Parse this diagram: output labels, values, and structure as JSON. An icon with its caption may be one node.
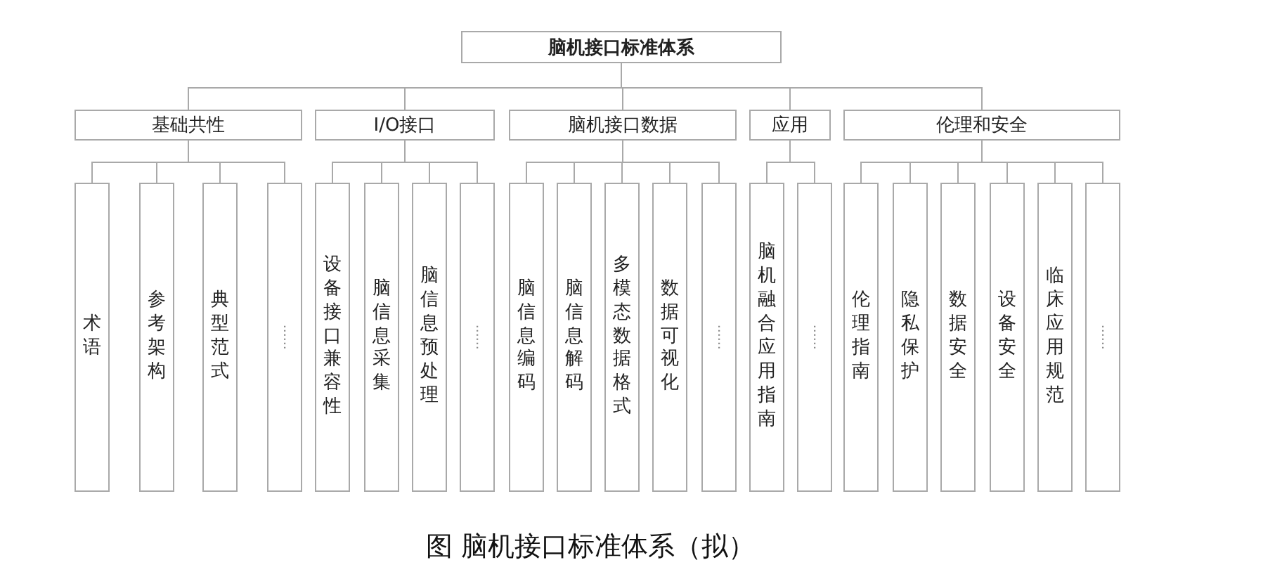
{
  "diagram": {
    "caption": "图 脑机接口标准体系（拟）",
    "nodes": [
      {
        "text": [
          "脑机接口标准体系"
        ]
      },
      {
        "text": [
          "基础共性"
        ]
      },
      {
        "text": [
          "I/O接口"
        ]
      },
      {
        "text": [
          "脑机接口数据"
        ]
      },
      {
        "text": [
          "应用"
        ]
      },
      {
        "text": [
          "伦理和安全"
        ]
      },
      {
        "text": [
          "术语"
        ]
      },
      {
        "text": [
          "参考架构"
        ]
      },
      {
        "text": [
          "典型范式"
        ]
      },
      {
        "text": [
          "……"
        ]
      },
      {
        "text": [
          "设备接口兼容性"
        ]
      },
      {
        "text": [
          "脑信息采集"
        ]
      },
      {
        "text": [
          "脑信息预处理"
        ]
      },
      {
        "text": [
          "……"
        ]
      },
      {
        "text": [
          "脑信息编码"
        ]
      },
      {
        "text": [
          "脑信息解码"
        ]
      },
      {
        "text": [
          "多模态数据格式"
        ]
      },
      {
        "text": [
          "数据可视化"
        ]
      },
      {
        "text": [
          "……"
        ]
      },
      {
        "text": [
          "脑机融合应用指南"
        ]
      },
      {
        "text": [
          "……"
        ]
      },
      {
        "text": [
          "伦理指南"
        ]
      },
      {
        "text": [
          "隐私保护"
        ]
      },
      {
        "text": [
          "数据安全"
        ]
      },
      {
        "text": [
          "设备安全"
        ]
      },
      {
        "text": [
          "临床应用规范"
        ]
      },
      {
        "text": [
          "……"
        ]
      }
    ],
    "edges": [
      {
        "from": 0,
        "to": 1,
        "arrow": "none"
      },
      {
        "from": 0,
        "to": 2,
        "arrow": "none"
      },
      {
        "from": 0,
        "to": 3,
        "arrow": "none"
      },
      {
        "from": 0,
        "to": 4,
        "arrow": "none"
      },
      {
        "from": 0,
        "to": 5,
        "arrow": "none"
      },
      {
        "from": 1,
        "to": 6,
        "arrow": "none"
      },
      {
        "from": 1,
        "to": 7,
        "arrow": "none"
      },
      {
        "from": 1,
        "to": 8,
        "arrow": "none"
      },
      {
        "from": 1,
        "to": 9,
        "arrow": "none"
      },
      {
        "from": 2,
        "to": 10,
        "arrow": "none"
      },
      {
        "from": 2,
        "to": 11,
        "arrow": "none"
      },
      {
        "from": 2,
        "to": 12,
        "arrow": "none"
      },
      {
        "from": 2,
        "to": 13,
        "arrow": "none"
      },
      {
        "from": 3,
        "to": 14,
        "arrow": "none"
      },
      {
        "from": 3,
        "to": 15,
        "arrow": "none"
      },
      {
        "from": 3,
        "to": 16,
        "arrow": "none"
      },
      {
        "from": 3,
        "to": 17,
        "arrow": "none"
      },
      {
        "from": 3,
        "to": 18,
        "arrow": "none"
      },
      {
        "from": 4,
        "to": 19,
        "arrow": "none"
      },
      {
        "from": 4,
        "to": 20,
        "arrow": "none"
      },
      {
        "from": 5,
        "to": 21,
        "arrow": "none"
      },
      {
        "from": 5,
        "to": 22,
        "arrow": "none"
      },
      {
        "from": 5,
        "to": 23,
        "arrow": "none"
      },
      {
        "from": 5,
        "to": 24,
        "arrow": "none"
      },
      {
        "from": 5,
        "to": 25,
        "arrow": "none"
      },
      {
        "from": 5,
        "to": 26,
        "arrow": "none"
      }
    ]
  }
}
